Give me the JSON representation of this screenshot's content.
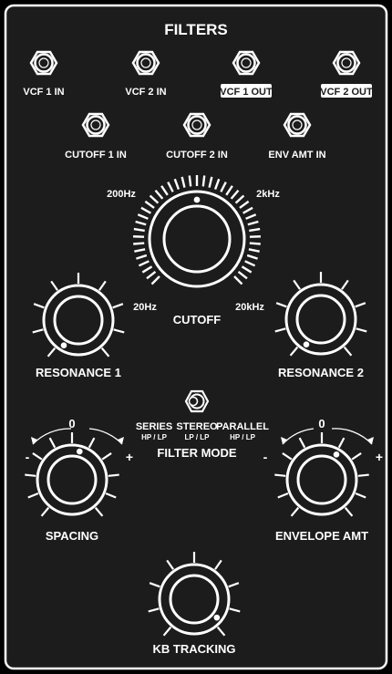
{
  "panel": {
    "title": "FILTERS",
    "bg": "#1c1c1c",
    "fg": "#ffffff"
  },
  "jacks": [
    {
      "id": "vcf-1-in-jack",
      "label": "VCF 1 IN",
      "inverted": false
    },
    {
      "id": "vcf-2-in-jack",
      "label": "VCF 2 IN",
      "inverted": false
    },
    {
      "id": "vcf-1-out-jack",
      "label": "VCF 1 OUT",
      "inverted": true
    },
    {
      "id": "vcf-2-out-jack",
      "label": "VCF 2 OUT",
      "inverted": true
    },
    {
      "id": "cutoff-1-in-jack",
      "label": "CUTOFF 1 IN",
      "inverted": false
    },
    {
      "id": "cutoff-2-in-jack",
      "label": "CUTOFF 2 IN",
      "inverted": false
    },
    {
      "id": "env-amt-in-jack",
      "label": "ENV AMT IN",
      "inverted": false
    }
  ],
  "cutoff": {
    "label": "CUTOFF",
    "scale": {
      "min": "20Hz",
      "low": "200Hz",
      "high": "2kHz",
      "max": "20kHz"
    },
    "position": 0.5
  },
  "knobs": [
    {
      "id": "resonance-1-knob",
      "label": "RESONANCE 1",
      "position": 0.0
    },
    {
      "id": "resonance-2-knob",
      "label": "RESONANCE 2",
      "position": 0.0
    },
    {
      "id": "spacing-knob",
      "label": "SPACING",
      "position": 0.55,
      "center_label": "0",
      "minus": "-",
      "plus": "+"
    },
    {
      "id": "envelope-amt-knob",
      "label": "ENVELOPE AMT",
      "position": 0.6,
      "center_label": "0",
      "minus": "-",
      "plus": "+"
    },
    {
      "id": "kb-tracking-knob",
      "label": "KB TRACKING",
      "position": 0.93
    }
  ],
  "filter_mode": {
    "label": "FILTER MODE",
    "options": [
      {
        "label": "SERIES",
        "sub": "HP / LP"
      },
      {
        "label": "STEREO",
        "sub": "LP / LP"
      },
      {
        "label": "PARALLEL",
        "sub": "HP / LP"
      }
    ],
    "selected": "STEREO"
  }
}
